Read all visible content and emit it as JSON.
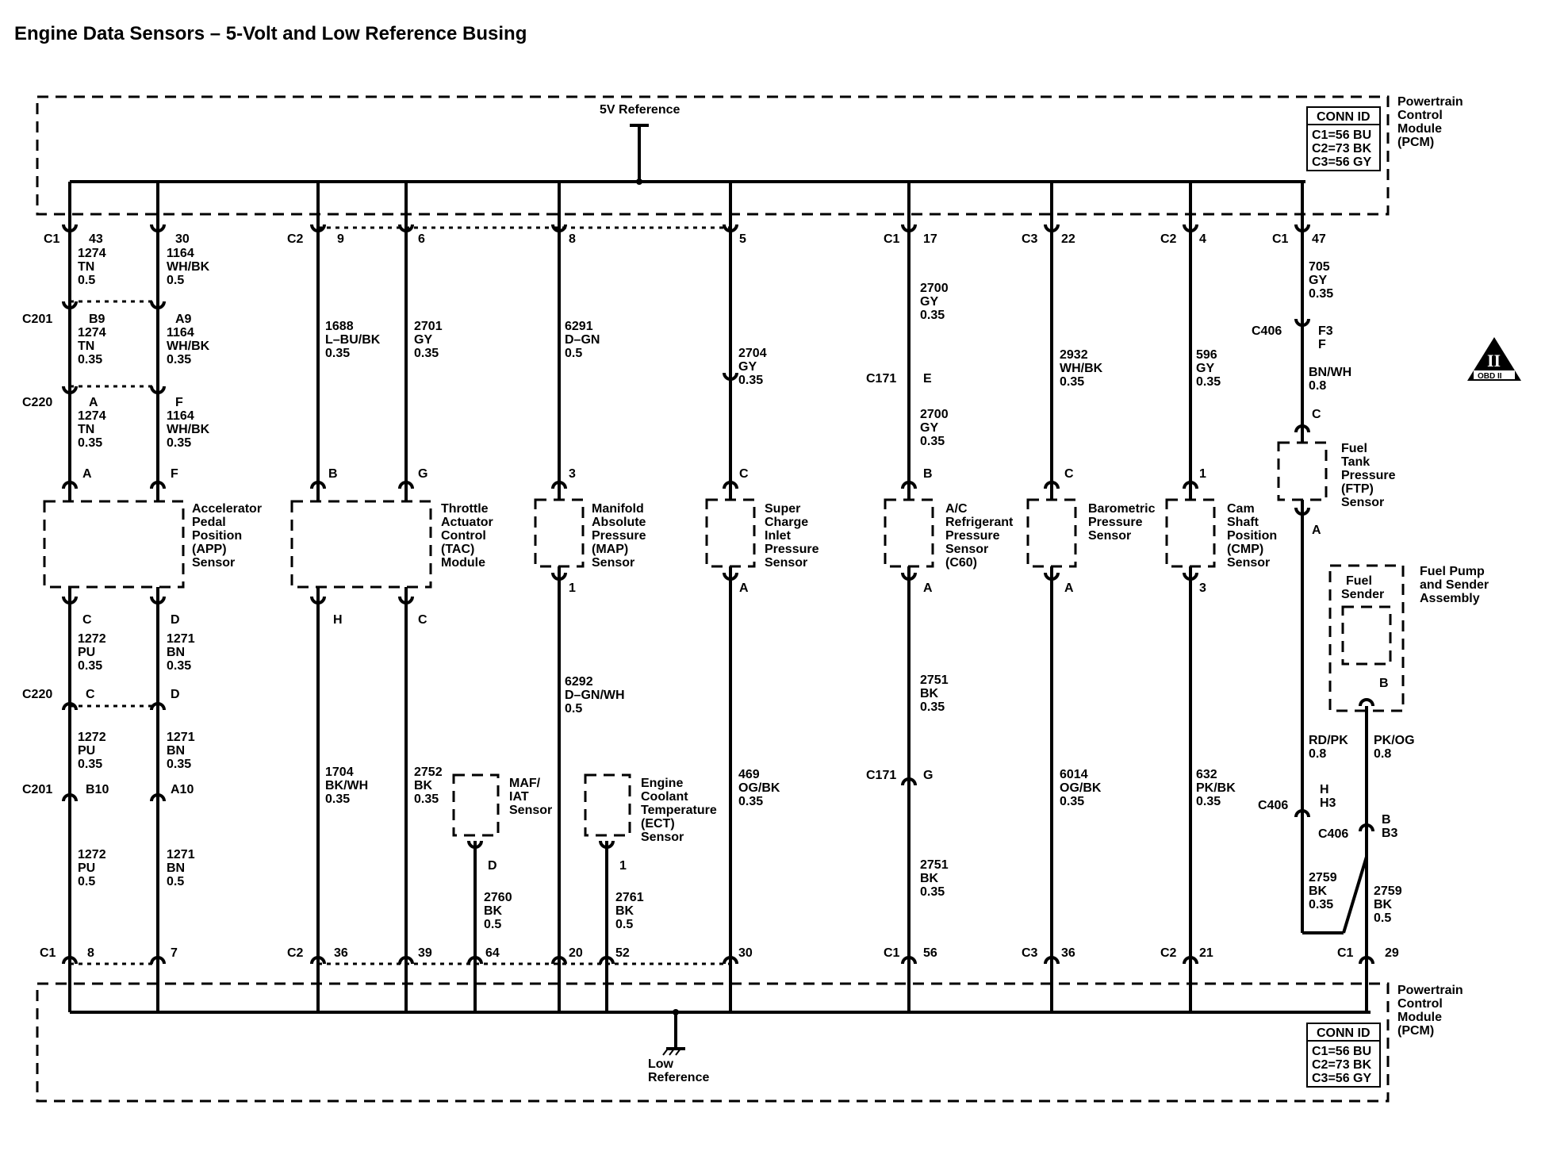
{
  "title": "Engine Data Sensors – 5-Volt and Low Reference Busing",
  "pcm_top": {
    "label": [
      "Powertrain",
      "Control",
      "Module",
      "(PCM)"
    ],
    "conn_id_header": "CONN ID",
    "conn_ids": [
      "C1=56 BU",
      "C2=73 BK",
      "C3=56 GY"
    ],
    "bus_label": "5V Reference"
  },
  "pcm_bottom": {
    "label": [
      "Powertrain",
      "Control",
      "Module",
      "(PCM)"
    ],
    "conn_id_header": "CONN ID",
    "conn_ids": [
      "C1=56 BU",
      "C2=73 BK",
      "C3=56 GY"
    ],
    "bus_label": [
      "Low",
      "Reference"
    ]
  },
  "obd_symbol": {
    "roman": "II",
    "text": "OBD II"
  },
  "components": [
    {
      "id": "app",
      "lines": [
        "Accelerator",
        "Pedal",
        "Position",
        "(APP)",
        "Sensor"
      ]
    },
    {
      "id": "tac",
      "lines": [
        "Throttle",
        "Actuator",
        "Control",
        "(TAC)",
        "Module"
      ]
    },
    {
      "id": "map",
      "lines": [
        "Manifold",
        "Absolute",
        "Pressure",
        "(MAP)",
        "Sensor"
      ]
    },
    {
      "id": "scip",
      "lines": [
        "Super",
        "Charge",
        "Inlet",
        "Pressure",
        "Sensor"
      ]
    },
    {
      "id": "ac",
      "lines": [
        "A/C",
        "Refrigerant",
        "Pressure",
        "Sensor",
        "(C60)"
      ]
    },
    {
      "id": "baro",
      "lines": [
        "Barometric",
        "Pressure",
        "Sensor"
      ]
    },
    {
      "id": "cmp",
      "lines": [
        "Cam",
        "Shaft",
        "Position",
        "(CMP)",
        "Sensor"
      ]
    },
    {
      "id": "ftp",
      "lines": [
        "Fuel",
        "Tank",
        "Pressure",
        "(FTP)",
        "Sensor"
      ]
    },
    {
      "id": "maf",
      "lines": [
        "MAF/",
        "IAT",
        "Sensor"
      ]
    },
    {
      "id": "ect",
      "lines": [
        "Engine",
        "Coolant",
        "Temperature",
        "(ECT)",
        "Sensor"
      ]
    },
    {
      "id": "fuel_sender",
      "lines": [
        "Fuel",
        "Sender"
      ]
    },
    {
      "id": "fuel_pump",
      "lines": [
        "Fuel Pump",
        "and Sender",
        "Assembly"
      ]
    }
  ],
  "labels": [
    {
      "t": "C1"
    },
    {
      "t": "43"
    },
    {
      "t": "1274"
    },
    {
      "t": "TN"
    },
    {
      "t": "0.5"
    },
    {
      "t": "30"
    },
    {
      "t": "1164"
    },
    {
      "t": "WH/BK"
    },
    {
      "t": "0.5"
    },
    {
      "t": "C201"
    },
    {
      "t": "B9"
    },
    {
      "t": "1274"
    },
    {
      "t": "TN"
    },
    {
      "t": "0.35"
    },
    {
      "t": "A9"
    },
    {
      "t": "1164"
    },
    {
      "t": "WH/BK"
    },
    {
      "t": "0.35"
    },
    {
      "t": "C220"
    },
    {
      "t": "A"
    },
    {
      "t": "1274"
    },
    {
      "t": "TN"
    },
    {
      "t": "0.35"
    },
    {
      "t": "F"
    },
    {
      "t": "1164"
    },
    {
      "t": "WH/BK"
    },
    {
      "t": "0.35"
    },
    {
      "t": "A"
    },
    {
      "t": "F"
    },
    {
      "t": "C"
    },
    {
      "t": "1272"
    },
    {
      "t": "PU"
    },
    {
      "t": "0.35"
    },
    {
      "t": "D"
    },
    {
      "t": "1271"
    },
    {
      "t": "BN"
    },
    {
      "t": "0.35"
    },
    {
      "t": "C220"
    },
    {
      "t": "C"
    },
    {
      "t": "D"
    },
    {
      "t": "1272"
    },
    {
      "t": "PU"
    },
    {
      "t": "0.35"
    },
    {
      "t": "1271"
    },
    {
      "t": "BN"
    },
    {
      "t": "0.35"
    },
    {
      "t": "C201"
    },
    {
      "t": "B10"
    },
    {
      "t": "A10"
    },
    {
      "t": "1272"
    },
    {
      "t": "PU"
    },
    {
      "t": "0.5"
    },
    {
      "t": "1271"
    },
    {
      "t": "BN"
    },
    {
      "t": "0.5"
    },
    {
      "t": "C1"
    },
    {
      "t": "8"
    },
    {
      "t": "7"
    },
    {
      "t": "C2"
    },
    {
      "t": "9"
    },
    {
      "t": "6"
    },
    {
      "t": "1688"
    },
    {
      "t": "L–BU/BK"
    },
    {
      "t": "0.35"
    },
    {
      "t": "2701"
    },
    {
      "t": "GY"
    },
    {
      "t": "0.35"
    },
    {
      "t": "B"
    },
    {
      "t": "G"
    },
    {
      "t": "H"
    },
    {
      "t": "C"
    },
    {
      "t": "1704"
    },
    {
      "t": "BK/WH"
    },
    {
      "t": "0.35"
    },
    {
      "t": "2752"
    },
    {
      "t": "BK"
    },
    {
      "t": "0.35"
    },
    {
      "t": "C2"
    },
    {
      "t": "36"
    },
    {
      "t": "39"
    },
    {
      "t": "8"
    },
    {
      "t": "6291"
    },
    {
      "t": "D–GN"
    },
    {
      "t": "0.5"
    },
    {
      "t": "3"
    },
    {
      "t": "1"
    },
    {
      "t": "6292"
    },
    {
      "t": "D–GN/WH"
    },
    {
      "t": "0.5"
    },
    {
      "t": "20"
    },
    {
      "t": "D"
    },
    {
      "t": "2760"
    },
    {
      "t": "BK"
    },
    {
      "t": "0.5"
    },
    {
      "t": "64"
    },
    {
      "t": "1"
    },
    {
      "t": "2761"
    },
    {
      "t": "BK"
    },
    {
      "t": "0.5"
    },
    {
      "t": "52"
    },
    {
      "t": "5"
    },
    {
      "t": "2704"
    },
    {
      "t": "GY"
    },
    {
      "t": "0.35"
    },
    {
      "t": "C"
    },
    {
      "t": "A"
    },
    {
      "t": "469"
    },
    {
      "t": "OG/BK"
    },
    {
      "t": "0.35"
    },
    {
      "t": "30"
    },
    {
      "t": "C1"
    },
    {
      "t": "17"
    },
    {
      "t": "2700"
    },
    {
      "t": "GY"
    },
    {
      "t": "0.35"
    },
    {
      "t": "C171"
    },
    {
      "t": "E"
    },
    {
      "t": "2700"
    },
    {
      "t": "GY"
    },
    {
      "t": "0.35"
    },
    {
      "t": "B"
    },
    {
      "t": "A"
    },
    {
      "t": "2751"
    },
    {
      "t": "BK"
    },
    {
      "t": "0.35"
    },
    {
      "t": "C171"
    },
    {
      "t": "G"
    },
    {
      "t": "2751"
    },
    {
      "t": "BK"
    },
    {
      "t": "0.35"
    },
    {
      "t": "C1"
    },
    {
      "t": "56"
    },
    {
      "t": "C3"
    },
    {
      "t": "22"
    },
    {
      "t": "2932"
    },
    {
      "t": "WH/BK"
    },
    {
      "t": "0.35"
    },
    {
      "t": "C"
    },
    {
      "t": "A"
    },
    {
      "t": "6014"
    },
    {
      "t": "OG/BK"
    },
    {
      "t": "0.35"
    },
    {
      "t": "C3"
    },
    {
      "t": "36"
    },
    {
      "t": "C2"
    },
    {
      "t": "4"
    },
    {
      "t": "596"
    },
    {
      "t": "GY"
    },
    {
      "t": "0.35"
    },
    {
      "t": "1"
    },
    {
      "t": "3"
    },
    {
      "t": "632"
    },
    {
      "t": "PK/BK"
    },
    {
      "t": "0.35"
    },
    {
      "t": "C2"
    },
    {
      "t": "21"
    },
    {
      "t": "C1"
    },
    {
      "t": "47"
    },
    {
      "t": "705"
    },
    {
      "t": "GY"
    },
    {
      "t": "0.35"
    },
    {
      "t": "C406"
    },
    {
      "t": "F3"
    },
    {
      "t": "F"
    },
    {
      "t": "BN/WH"
    },
    {
      "t": "0.8"
    },
    {
      "t": "C"
    },
    {
      "t": "A"
    },
    {
      "t": "B"
    },
    {
      "t": "RD/PK"
    },
    {
      "t": "0.8"
    },
    {
      "t": "PK/OG"
    },
    {
      "t": "0.8"
    },
    {
      "t": "C406"
    },
    {
      "t": "H"
    },
    {
      "t": "H3"
    },
    {
      "t": "C406"
    },
    {
      "t": "B"
    },
    {
      "t": "B3"
    },
    {
      "t": "2759"
    },
    {
      "t": "BK"
    },
    {
      "t": "0.35"
    },
    {
      "t": "2759"
    },
    {
      "t": "BK"
    },
    {
      "t": "0.5"
    },
    {
      "t": "C1"
    },
    {
      "t": "29"
    }
  ]
}
